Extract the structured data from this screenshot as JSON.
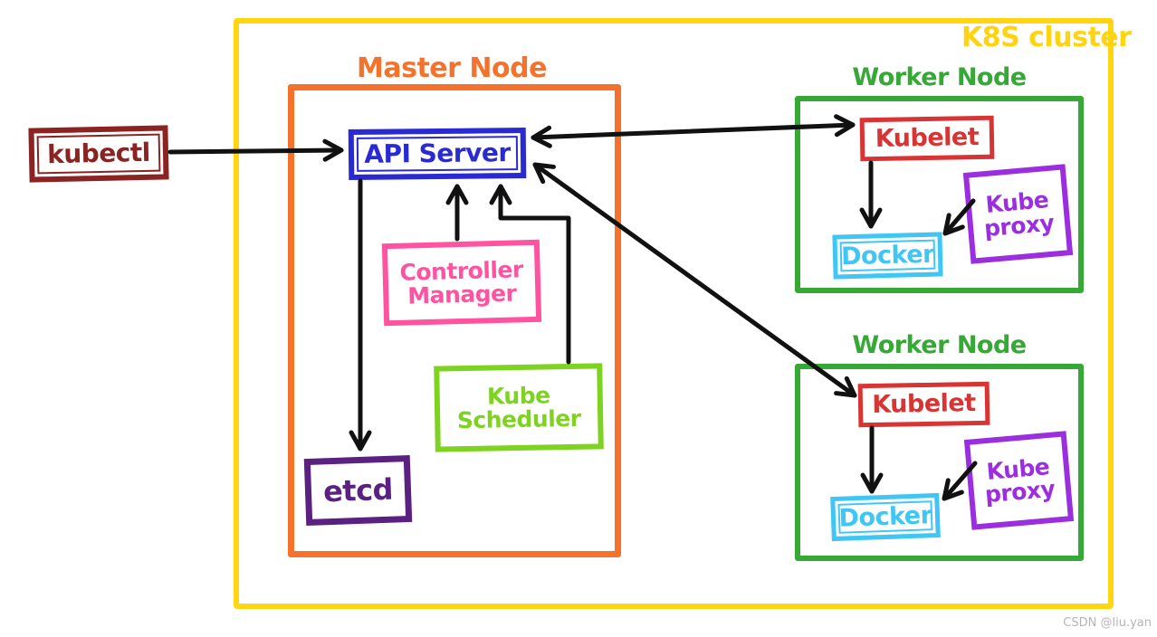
{
  "cluster": {
    "label": "K8S cluster",
    "color": "#FFD30F"
  },
  "kubectl": {
    "label": "kubectl",
    "color": "#8B2323"
  },
  "master_node": {
    "label": "Master Node",
    "color": "#F4722B",
    "api_server": {
      "label": "API Server",
      "color": "#2A2AD4"
    },
    "controller_manager": {
      "line1": "Controller",
      "line2": "Manager",
      "color": "#FF53A2"
    },
    "kube_scheduler": {
      "line1": "Kube",
      "line2": "Scheduler",
      "color": "#7ED321"
    },
    "etcd": {
      "label": "etcd",
      "color": "#5B2180"
    }
  },
  "worker_nodes": [
    {
      "label": "Worker Node",
      "color": "#35A835",
      "kubelet": {
        "label": "Kubelet",
        "color": "#D93434"
      },
      "kube_proxy": {
        "line1": "Kube",
        "line2": "proxy",
        "color": "#9B2FE0"
      },
      "docker": {
        "label": "Docker",
        "color": "#3FC6F4"
      }
    },
    {
      "label": "Worker Node",
      "color": "#35A835",
      "kubelet": {
        "label": "Kubelet",
        "color": "#D93434"
      },
      "kube_proxy": {
        "line1": "Kube",
        "line2": "proxy",
        "color": "#9B2FE0"
      },
      "docker": {
        "label": "Docker",
        "color": "#3FC6F4"
      }
    }
  ],
  "connections": [
    {
      "from": "kubectl",
      "to": "api-server",
      "direction": "one-way"
    },
    {
      "from": "api-server",
      "to": "worker1-kubelet",
      "direction": "two-way"
    },
    {
      "from": "api-server",
      "to": "worker2-kubelet",
      "direction": "two-way"
    },
    {
      "from": "api-server",
      "to": "etcd",
      "direction": "one-way"
    },
    {
      "from": "controller-manager",
      "to": "api-server",
      "direction": "one-way"
    },
    {
      "from": "kube-scheduler",
      "to": "api-server",
      "direction": "one-way"
    },
    {
      "from": "worker1-kubelet",
      "to": "worker1-docker",
      "direction": "one-way"
    },
    {
      "from": "worker1-kube-proxy",
      "to": "worker1-docker",
      "direction": "one-way"
    },
    {
      "from": "worker2-kubelet",
      "to": "worker2-docker",
      "direction": "one-way"
    },
    {
      "from": "worker2-kube-proxy",
      "to": "worker2-docker",
      "direction": "one-way"
    }
  ],
  "watermark": "CSDN @liu.yan"
}
